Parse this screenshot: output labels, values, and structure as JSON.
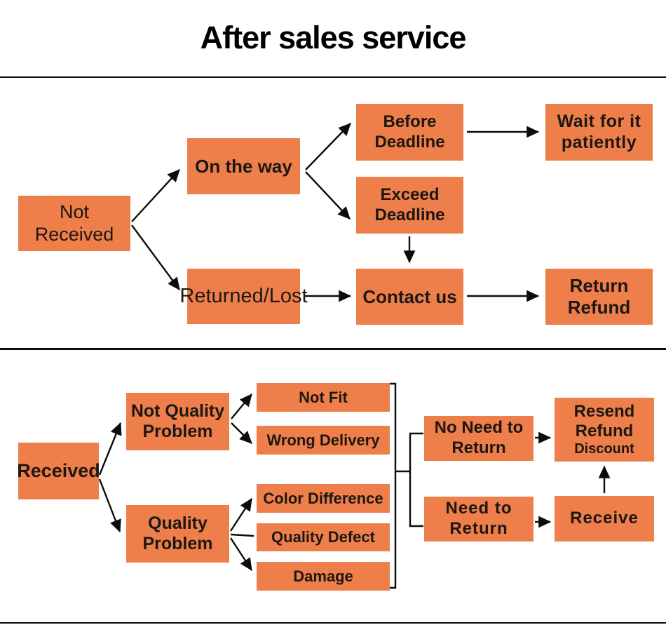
{
  "title": "After sales service",
  "colors": {
    "box_fill": "#ee7f4b",
    "box_text": "#1d1713",
    "line": "#0c0c0c",
    "background": "#ffffff"
  },
  "nodes": {
    "not_received": {
      "label": "Not Received"
    },
    "on_the_way": {
      "label": "On the way"
    },
    "returned_lost": {
      "label": "Returned/Lost"
    },
    "before_deadline": {
      "label": "Before\nDeadline"
    },
    "exceed_deadline": {
      "label": "Exceed\nDeadline"
    },
    "wait_patiently": {
      "label": "Wait for it\npatiently"
    },
    "contact_us": {
      "label": "Contact us"
    },
    "return_refund": {
      "label": "Return\nRefund"
    },
    "received": {
      "label": "Received"
    },
    "not_quality_problem": {
      "label": "Not Quality\nProblem"
    },
    "quality_problem": {
      "label": "Quality\nProblem"
    },
    "not_fit": {
      "label": "Not Fit"
    },
    "wrong_delivery": {
      "label": "Wrong Delivery"
    },
    "color_difference": {
      "label": "Color Difference"
    },
    "quality_defect": {
      "label": "Quality Defect"
    },
    "damage": {
      "label": "Damage"
    },
    "no_need_return": {
      "label": "No Need to\nReturn"
    },
    "need_return": {
      "label": "Need to\nReturn"
    },
    "resend_refund_discount": {
      "label": "Resend\nRefund",
      "sub_label": "Discount"
    },
    "receive": {
      "label": "Receive"
    }
  }
}
